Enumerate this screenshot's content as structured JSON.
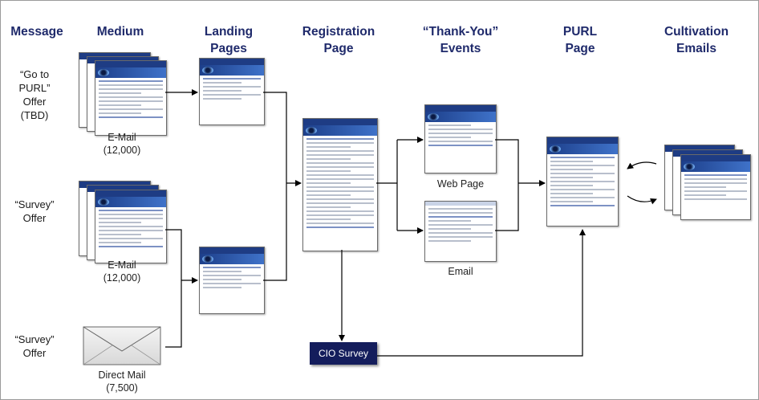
{
  "headers": {
    "message": "Message",
    "medium": "Medium",
    "landing": [
      "Landing",
      "Pages"
    ],
    "registration": [
      "Registration",
      "Page"
    ],
    "thankyou": [
      "“Thank-You”",
      "Events"
    ],
    "purl": [
      "PURL",
      "Page"
    ],
    "cultivation": [
      "Cultivation",
      "Emails"
    ]
  },
  "messages": {
    "goto": [
      "“Go to",
      "PURL”",
      "Offer",
      "(TBD)"
    ],
    "survey1": [
      "“Survey”",
      "Offer"
    ],
    "survey2": [
      "“Survey”",
      "Offer"
    ]
  },
  "media": {
    "email1": [
      "E-Mail",
      "(12,000)"
    ],
    "email2": [
      "E-Mail",
      "(12,000)"
    ],
    "directmail": [
      "Direct Mail",
      "(7,500)"
    ]
  },
  "events": {
    "webpage": "Web Page",
    "email": "Email"
  },
  "cio_survey": "CIO Survey",
  "colors": {
    "header_text": "#1f2a6b",
    "box_fill": "#141d5c",
    "doc_accent": "#1e3c84"
  }
}
